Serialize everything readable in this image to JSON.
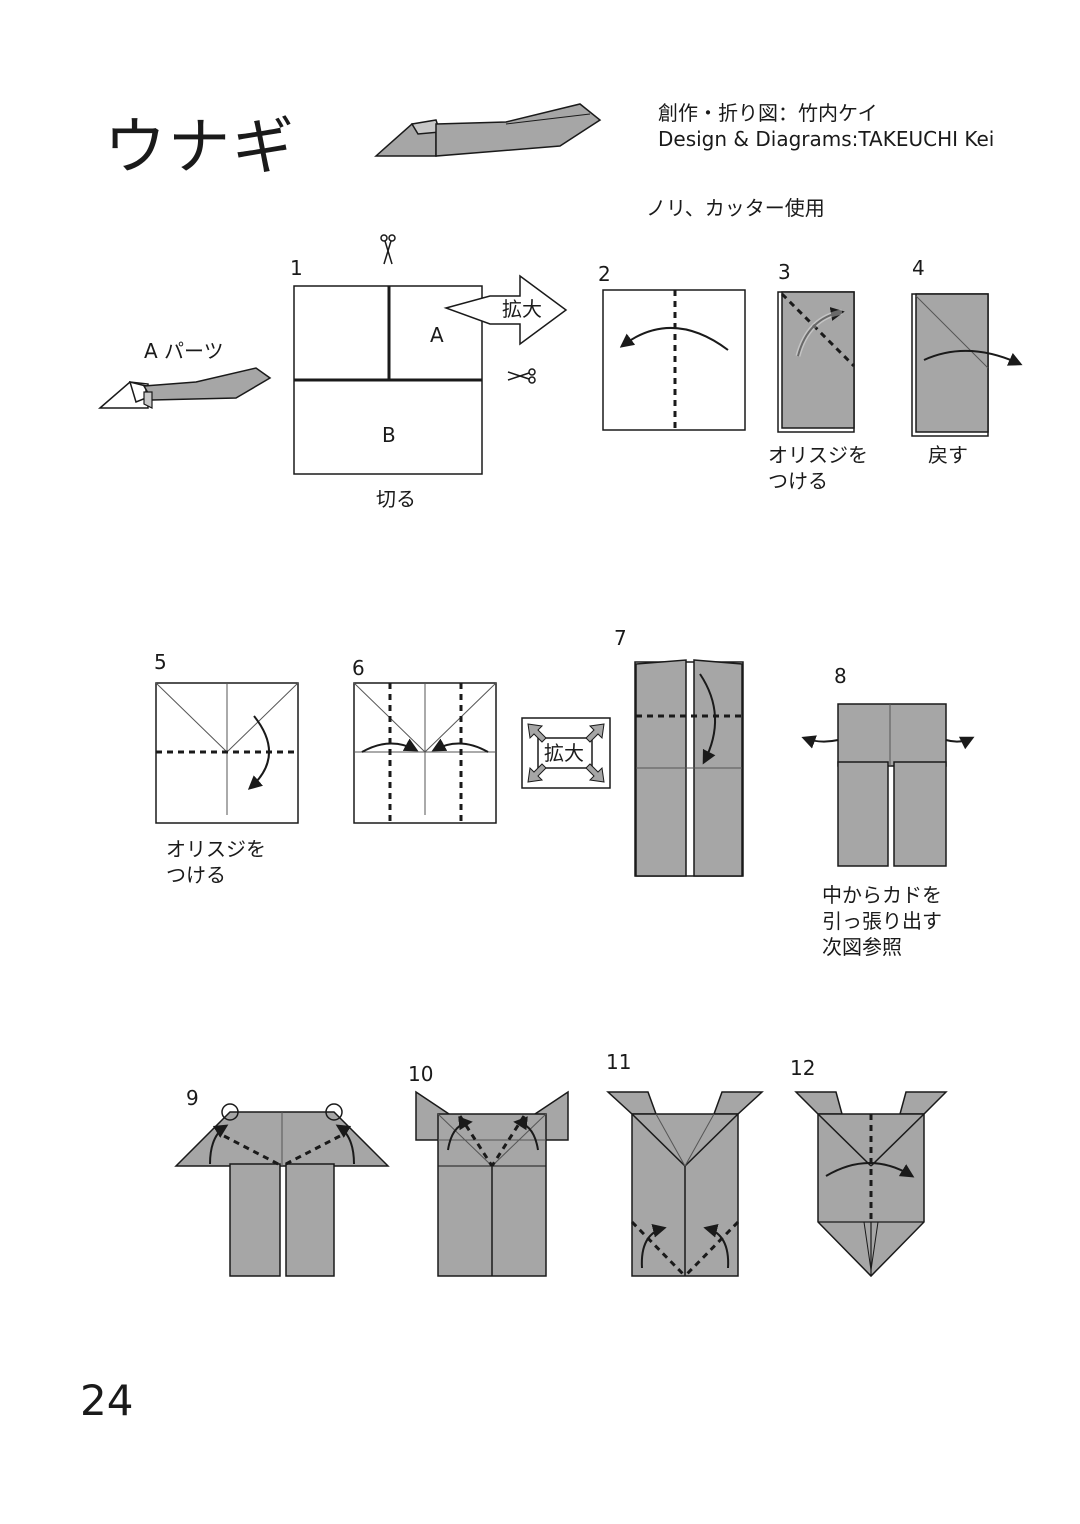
{
  "title": "ウナギ",
  "credit_ja": "創作・折り図：竹内ケイ",
  "credit_en": "Design & Diagrams:TAKEUCHI Kei",
  "materials_note": "ノリ、カッター使用",
  "page_number": "24",
  "steps": {
    "s1": {
      "number": "1",
      "part_a_label": "A",
      "part_b_label": "B",
      "caption": "切る",
      "enlarge": "拡大"
    },
    "s2": {
      "number": "2"
    },
    "s3": {
      "number": "3",
      "caption": "オリスジを\nつける"
    },
    "s4": {
      "number": "4",
      "caption": "戻す"
    },
    "s5": {
      "number": "5",
      "caption": "オリスジを\nつける"
    },
    "s6": {
      "number": "6",
      "enlarge": "拡大"
    },
    "s7": {
      "number": "7"
    },
    "s8": {
      "number": "8",
      "caption": "中からカドを\n引っ張り出す\n次図参照"
    },
    "s9": {
      "number": "9"
    },
    "s10": {
      "number": "10"
    },
    "s11": {
      "number": "11"
    },
    "s12": {
      "number": "12"
    }
  },
  "a_parts_label": "A パーツ",
  "colors": {
    "paper_gray": "#a6a6a6",
    "line": "#1a1a1a",
    "crease": "#555555"
  }
}
